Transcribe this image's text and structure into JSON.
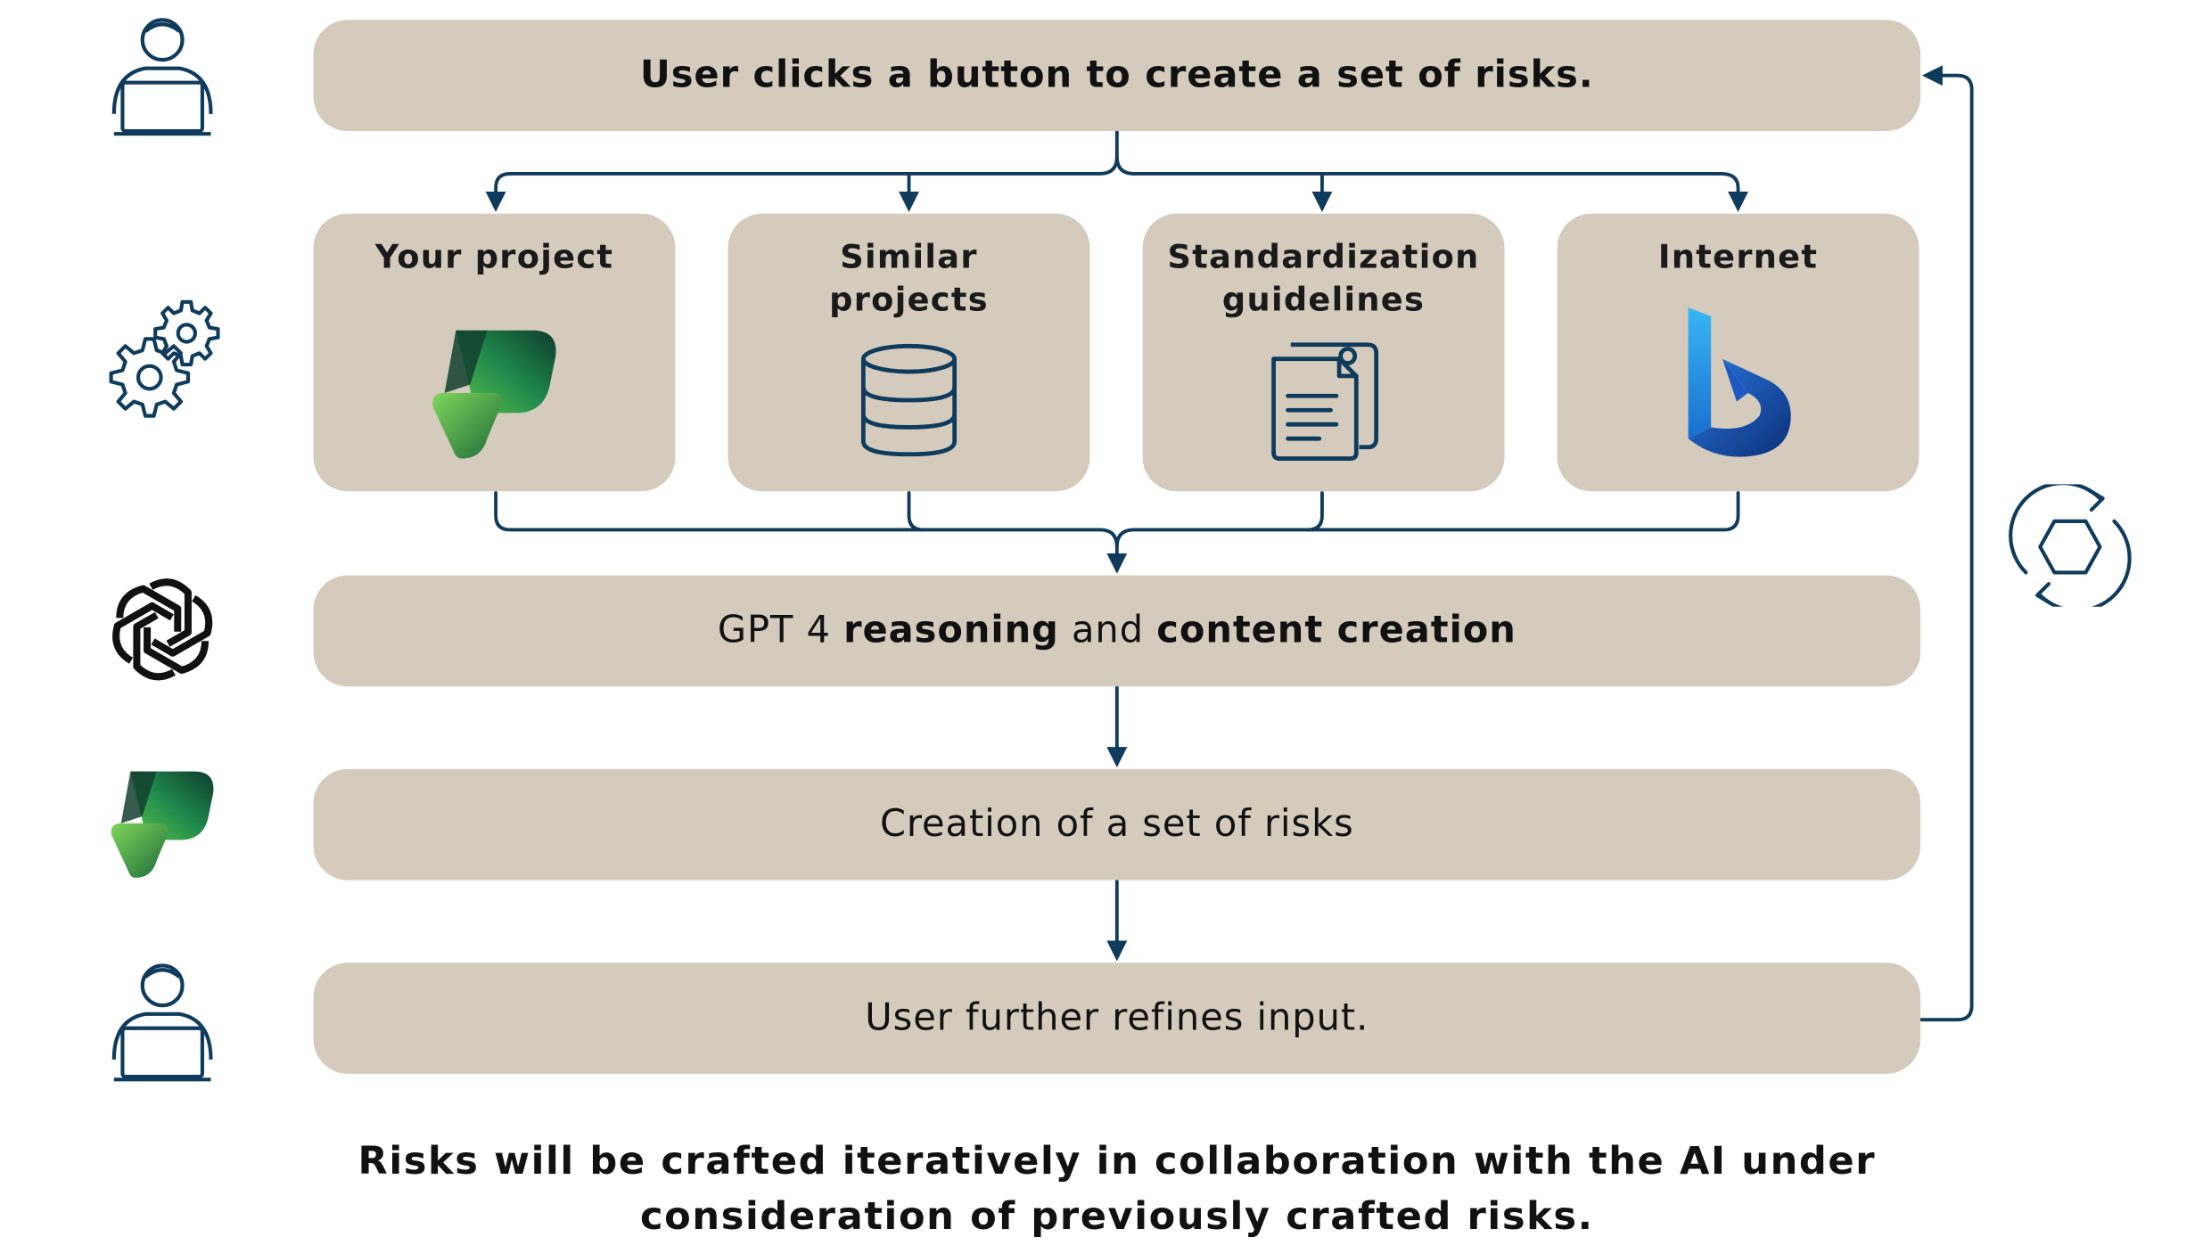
{
  "steps": {
    "start": "User clicks a button to create a set of risks.",
    "reasoning": {
      "part1": "GPT 4 ",
      "part2": "reasoning",
      "part3": " and ",
      "part4": "content creation"
    },
    "creation": "Creation of a set of risks",
    "refine": "User further refines input."
  },
  "sources": [
    {
      "line1": "Your project",
      "line2": "",
      "icon": "power-apps-logo-icon"
    },
    {
      "line1": "Similar",
      "line2": "projects",
      "icon": "database-icon"
    },
    {
      "line1": "Standardization",
      "line2": "guidelines",
      "icon": "documents-icon"
    },
    {
      "line1": "Internet",
      "line2": "",
      "icon": "bing-logo-icon"
    }
  ],
  "side_icons": [
    "user-laptop-icon",
    "gears-icon",
    "openai-logo-icon",
    "power-apps-logo-icon",
    "user-laptop-icon"
  ],
  "loop_icon": "refresh-cycle-icon",
  "caption": {
    "line1": "Risks will be crafted iteratively in collaboration with the AI under",
    "line2": "consideration of previously crafted risks."
  },
  "colors": {
    "box_fill": "#d5cbbd",
    "connector": "#0f3b5c",
    "text": "#111111",
    "logo_green_light": "#5cc24a",
    "logo_green_dark": "#0e3b2c",
    "bing_blue_light": "#2b9fe8",
    "bing_blue_dark": "#0c2f78"
  }
}
